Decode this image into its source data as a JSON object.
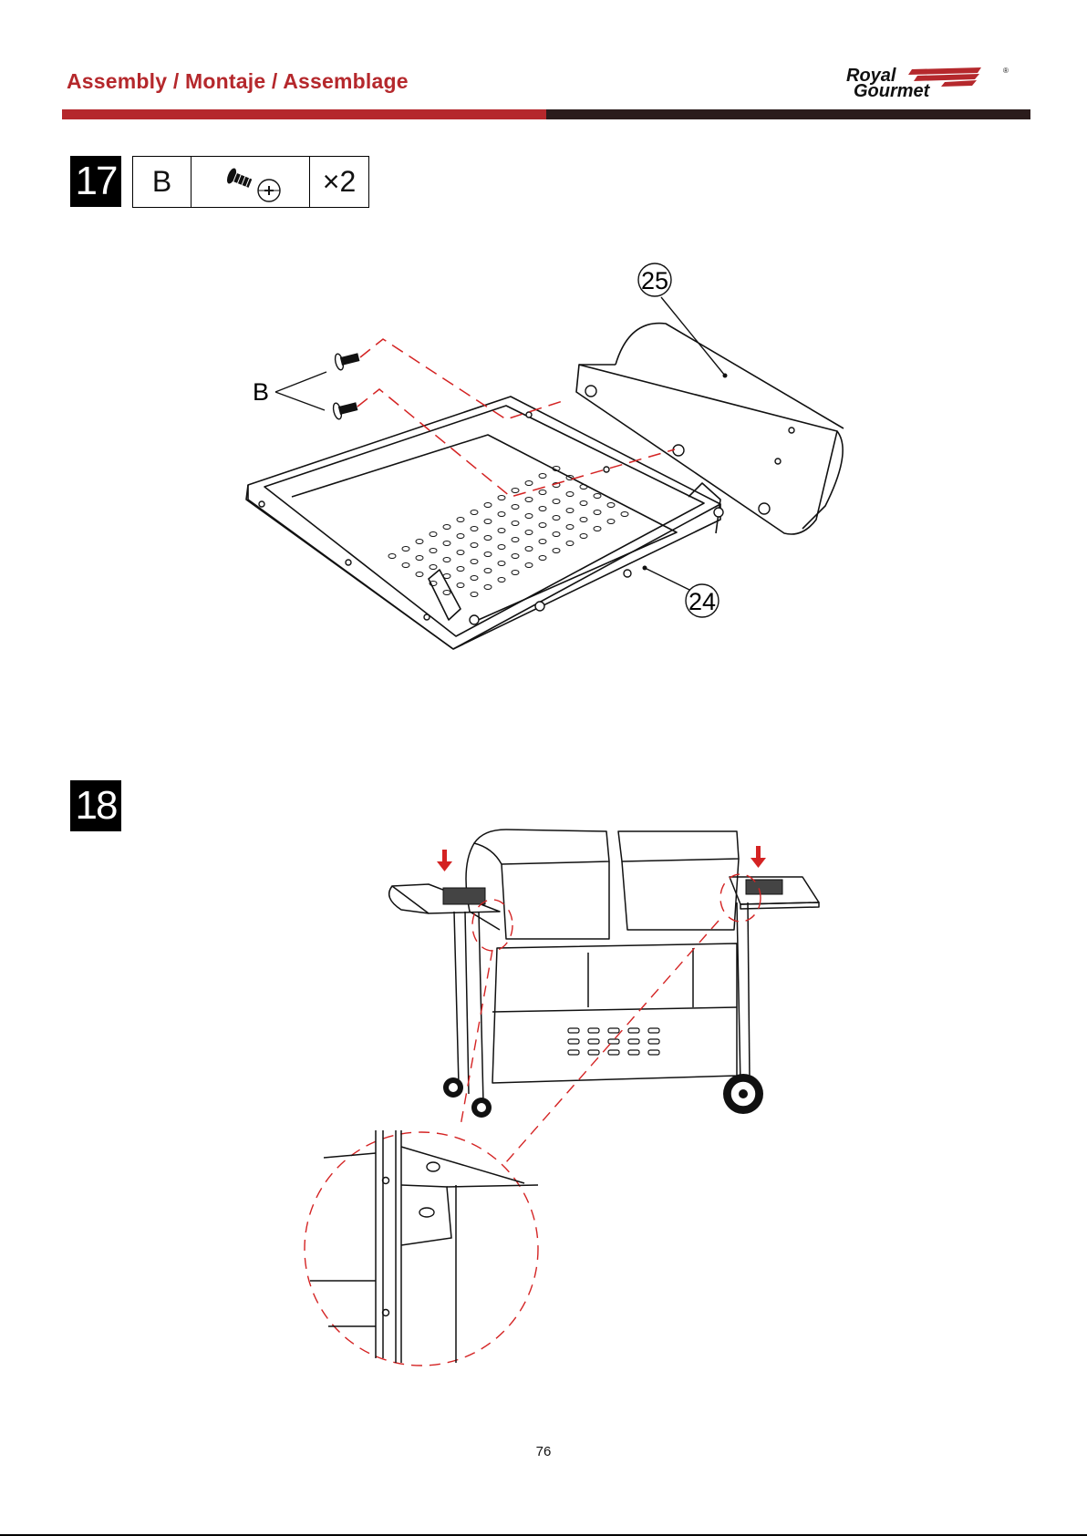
{
  "header": {
    "title": "Assembly / Montaje / Assemblage",
    "logo_line1": "Royal",
    "logo_line2": "Gourmet",
    "logo_mark": "®"
  },
  "colors": {
    "brand_red": "#b5282c",
    "dark_bar": "#2b1c1c"
  },
  "step17": {
    "number": "17",
    "part_letter": "B",
    "part_icon": "bolt-with-phillips-head-icon",
    "quantity": "×2",
    "callout_top": "25",
    "callout_bottom": "24",
    "bolt_label": "B"
  },
  "step18": {
    "number": "18"
  },
  "footer": {
    "page_number": "76"
  }
}
